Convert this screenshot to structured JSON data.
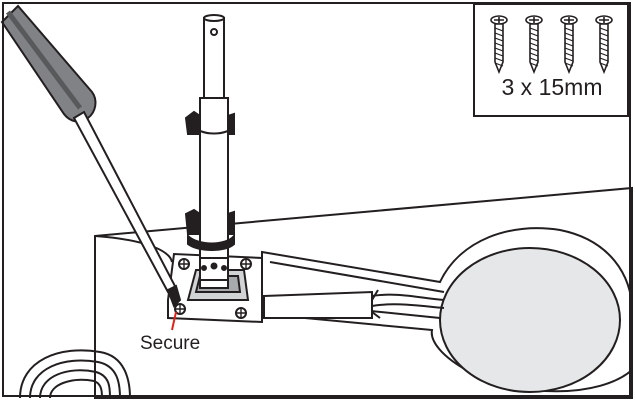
{
  "inset": {
    "screw_count_shown": 4,
    "label": "3 x 15mm"
  },
  "callout": {
    "label": "Secure",
    "leader_color": "#e2231a"
  },
  "colors": {
    "line": "#231f20",
    "tool_shaft": "#808285",
    "tool_dark": "#58595b",
    "panel_fill": "#ffffff",
    "lamp_fill": "#e6e7e8"
  }
}
